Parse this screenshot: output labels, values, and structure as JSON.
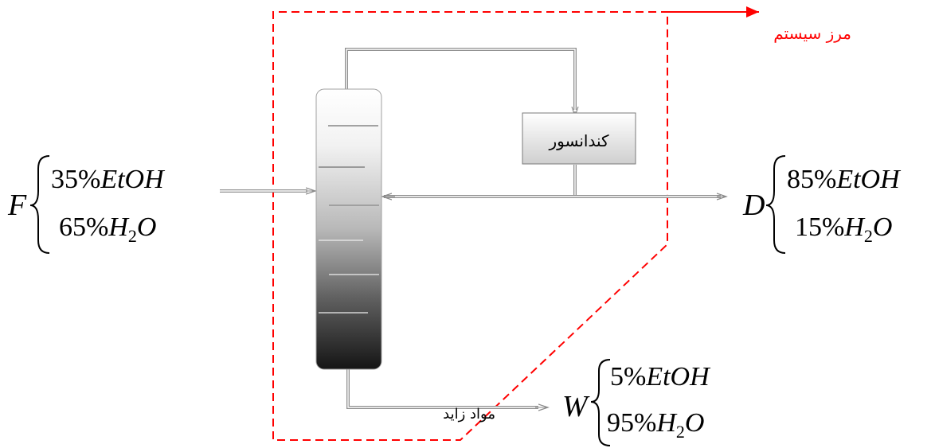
{
  "boundary": {
    "label": "مرز سیستم",
    "color": "#ff0000"
  },
  "condenser": {
    "label": "کندانسور"
  },
  "waste": {
    "label": "مواد زاید"
  },
  "streams": {
    "feed": {
      "symbol": "F",
      "line1_pct": "35%",
      "line1_species": "EtOH",
      "line2_pct": "65%",
      "line2_H": "H",
      "line2_sub": "2",
      "line2_O": "O"
    },
    "distillate": {
      "symbol": "D",
      "line1_pct": "85%",
      "line1_species": "EtOH",
      "line2_pct": "15%",
      "line2_H": "H",
      "line2_sub": "2",
      "line2_O": "O"
    },
    "bottoms": {
      "symbol": "W",
      "line1_pct": "5%",
      "line1_species": "EtOH",
      "line2_pct": "95%",
      "line2_H": "H",
      "line2_sub": "2",
      "line2_O": "O"
    }
  },
  "colors": {
    "pipe": "#909090",
    "condenser_fill_top": "#ffffff",
    "condenser_fill_bottom": "#cfcfcf"
  }
}
